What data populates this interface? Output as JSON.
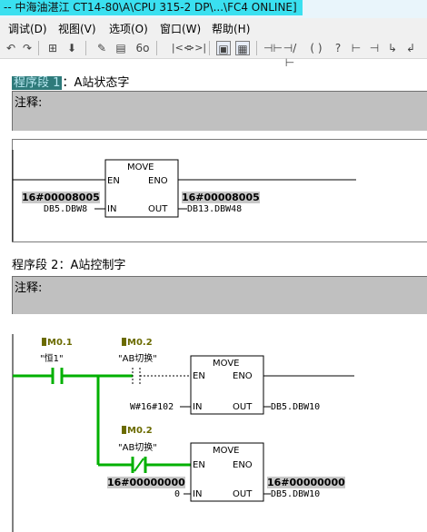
{
  "window": {
    "title": "-- 中海油湛江 CT14-80\\A\\CPU 315-2 DP\\...\\FC4  ONLINE]"
  },
  "menu": {
    "items": [
      "调试(D)",
      "视图(V)",
      "选项(O)",
      "窗口(W)",
      "帮助(H)"
    ]
  },
  "toolbar": {
    "icons": [
      "undo-icon",
      "redo-icon",
      "network-icon",
      "download-icon",
      "edit-icon",
      "symbols-icon",
      "glasses-icon",
      "goto-prev-icon",
      "goto-next-icon",
      "box-icon",
      "box-zoom-icon",
      "contact-no-icon",
      "contact-nc-icon",
      "coil-icon",
      "open-branch-icon",
      "close-branch-icon",
      "help-icon",
      "monitor-icon"
    ]
  },
  "networks": [
    {
      "label": "程序段",
      "number": "1",
      "separator": "：",
      "title": "A站状态字",
      "comment_label": "注释:",
      "block": {
        "name": "MOVE",
        "en": "EN",
        "eno": "ENO",
        "in": "IN",
        "out": "OUT",
        "in_value": "16#00008005",
        "in_addr": "DB5.DBW8",
        "out_value": "16#00008005",
        "out_addr": "DB13.DBW48"
      }
    },
    {
      "label": "程序段",
      "number": "2",
      "separator": "：",
      "title": "A站控制字",
      "comment_label": "注释:",
      "contact1": {
        "bit": "M0.1",
        "symbol": "\"恒1\""
      },
      "contact2": {
        "bit": "M0.2",
        "symbol": "\"AB切换\""
      },
      "contact3": {
        "bit": "M0.2",
        "symbol": "\"AB切换\""
      },
      "block1": {
        "name": "MOVE",
        "en": "EN",
        "eno": "ENO",
        "in": "IN",
        "out": "OUT",
        "in_addr": "W#16#102",
        "out_addr": "DB5.DBW10"
      },
      "block2": {
        "name": "MOVE",
        "en": "EN",
        "eno": "ENO",
        "in": "IN",
        "out": "OUT",
        "in_value": "16#00000000",
        "in_addr": "0",
        "out_value": "16#00000000",
        "out_addr": "DB5.DBW10"
      }
    }
  ],
  "colors": {
    "title_highlight": "#3ae0f0",
    "power_flow": "#00b000",
    "comment_bg": "#c0c0c0"
  }
}
